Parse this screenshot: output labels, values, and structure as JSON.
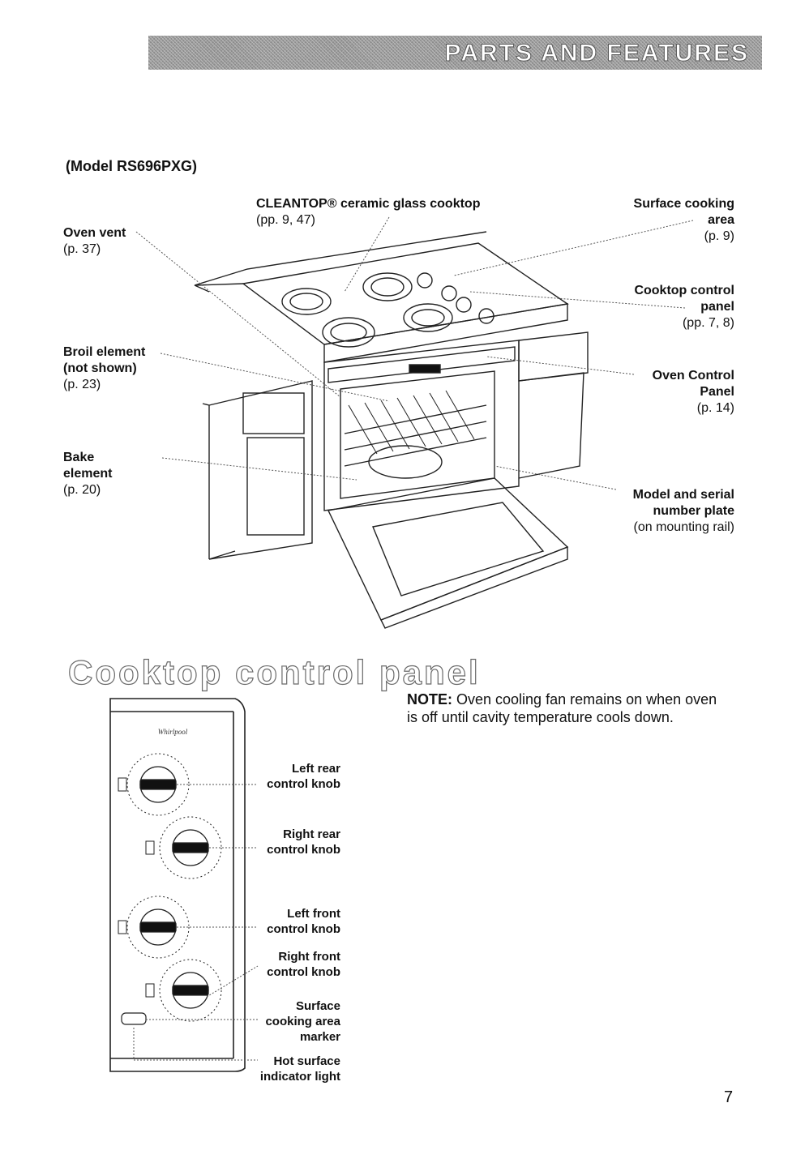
{
  "banner": {
    "title": "PARTS AND FEATURES"
  },
  "model": "(Model RS696PXG)",
  "callouts": {
    "cooktop": {
      "name": "CLEANTOP® ceramic glass cooktop",
      "ref": "(pp. 9, 47)"
    },
    "surface_area": {
      "line1": "Surface cooking",
      "line2": "area",
      "ref": "(p. 9)"
    },
    "oven_vent": {
      "name": "Oven vent",
      "ref": "(p. 37)"
    },
    "cooktop_panel": {
      "line1": "Cooktop control",
      "line2": "panel",
      "ref": "(pp. 7, 8)"
    },
    "broil": {
      "line1": "Broil element",
      "line2": "(not shown)",
      "ref": "(p. 23)"
    },
    "oven_panel": {
      "line1": "Oven Control",
      "line2": "Panel",
      "ref": "(p. 14)"
    },
    "bake": {
      "line1": "Bake",
      "line2": "element",
      "ref": "(p. 20)"
    },
    "model_plate": {
      "line1": "Model and serial",
      "line2": "number plate",
      "ref": "(on mounting rail)"
    }
  },
  "section": {
    "title": "Cooktop control panel"
  },
  "note": {
    "label": "NOTE:",
    "text": " Oven cooling fan remains on when oven is off until cavity temperature cools down."
  },
  "panel": {
    "brand": "Whirlpool",
    "left_rear": {
      "l1": "Left rear",
      "l2": "control knob"
    },
    "right_rear": {
      "l1": "Right rear",
      "l2": "control knob"
    },
    "left_front": {
      "l1": "Left front",
      "l2": "control knob"
    },
    "right_front": {
      "l1": "Right front",
      "l2": "control knob"
    },
    "surface_marker": {
      "l1": "Surface",
      "l2": "cooking area",
      "l3": "marker"
    },
    "hot_light": {
      "l1": "Hot surface",
      "l2": "indicator light"
    }
  },
  "page_number": "7"
}
